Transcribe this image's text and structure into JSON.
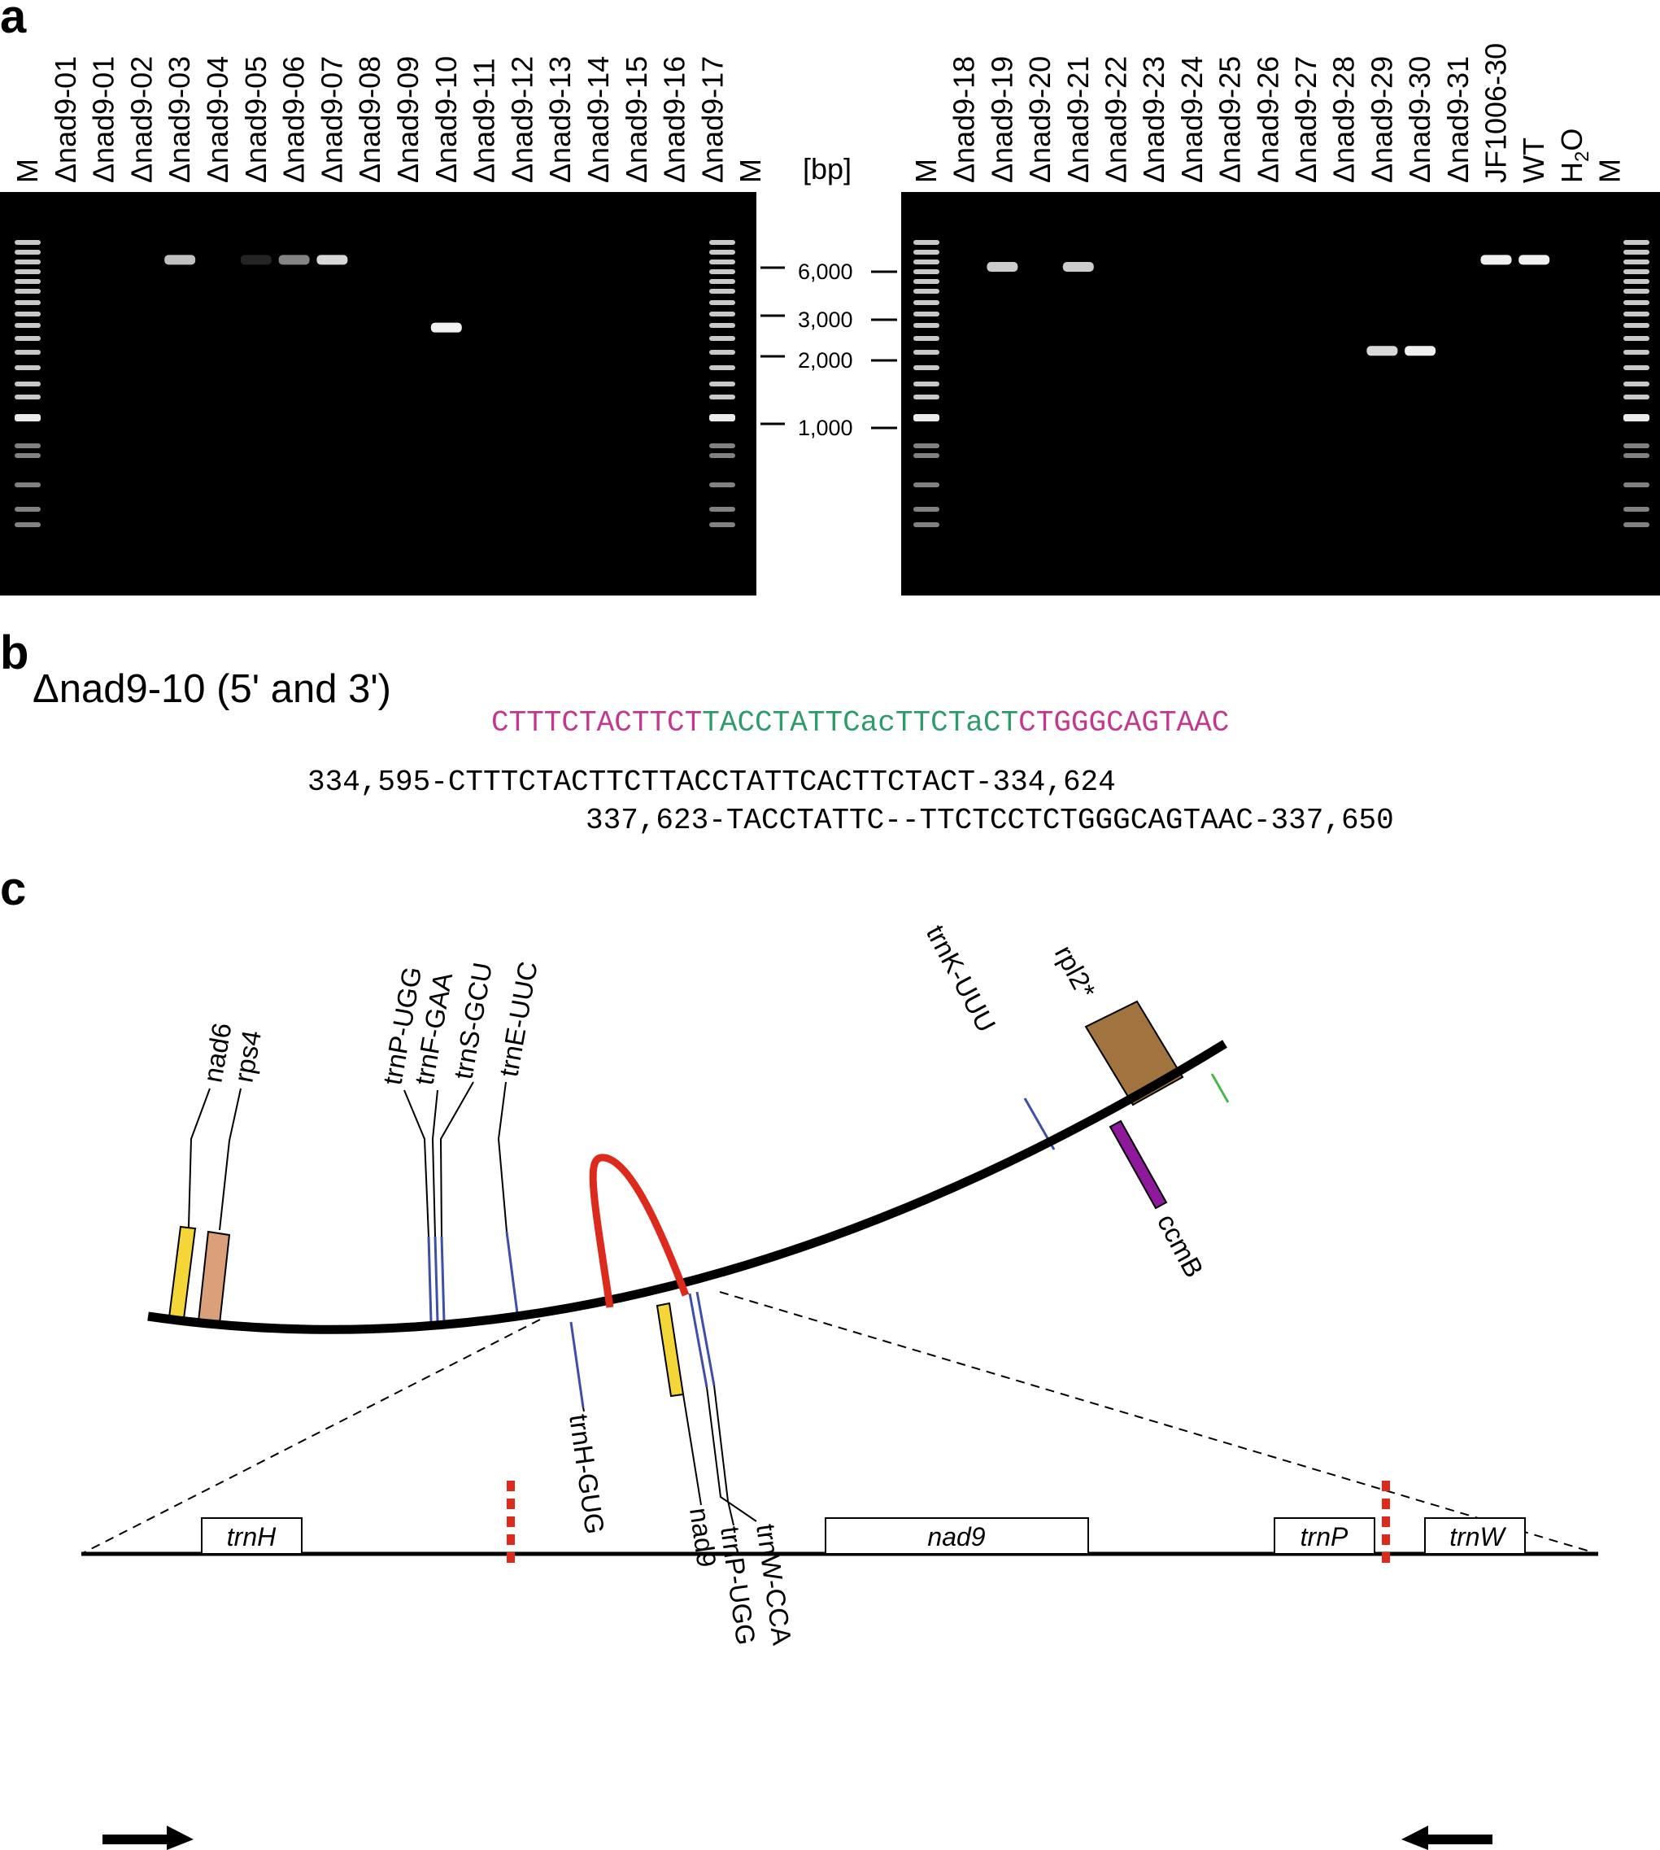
{
  "panel_a": {
    "letter": "a",
    "left_gel_lanes": [
      "M",
      "Δnad9-01",
      "Δnad9-01",
      "Δnad9-02",
      "Δnad9-03",
      "Δnad9-04",
      "Δnad9-05",
      "Δnad9-06",
      "Δnad9-07",
      "Δnad9-08",
      "Δnad9-09",
      "Δnad9-10",
      "Δnad9-11",
      "Δnad9-12",
      "Δnad9-13",
      "Δnad9-14",
      "Δnad9-15",
      "Δnad9-16",
      "Δnad9-17",
      "M"
    ],
    "right_gel_lanes": [
      "M",
      "Δnad9-18",
      "Δnad9-19",
      "Δnad9-20",
      "Δnad9-21",
      "Δnad9-22",
      "Δnad9-23",
      "Δnad9-24",
      "Δnad9-25",
      "Δnad9-26",
      "Δnad9-27",
      "Δnad9-28",
      "Δnad9-29",
      "Δnad9-30",
      "Δnad9-31",
      "JF1006-30",
      "WT",
      "H2O",
      "M"
    ],
    "h2o_label": {
      "main": "H",
      "sub": "2",
      "tail": "O"
    },
    "size_unit": "[bp]",
    "size_markers": [
      "6,000",
      "3,000",
      "2,000",
      "1,000"
    ],
    "marker_sizes_bp": [
      6000,
      3000,
      2000,
      1000
    ],
    "bands": [
      {
        "gel": "left",
        "lane": "Δnad9-03",
        "size_bp": 6500,
        "intensity": 0.8
      },
      {
        "gel": "left",
        "lane": "Δnad9-05",
        "size_bp": 6500,
        "intensity": 0.15
      },
      {
        "gel": "left",
        "lane": "Δnad9-06",
        "size_bp": 6500,
        "intensity": 0.55
      },
      {
        "gel": "left",
        "lane": "Δnad9-07",
        "size_bp": 6500,
        "intensity": 0.9
      },
      {
        "gel": "left",
        "lane": "Δnad9-10",
        "size_bp": 3000,
        "intensity": 1.0
      },
      {
        "gel": "right",
        "lane": "Δnad9-19",
        "size_bp": 6000,
        "intensity": 0.85
      },
      {
        "gel": "right",
        "lane": "Δnad9-21",
        "size_bp": 6000,
        "intensity": 0.85
      },
      {
        "gel": "right",
        "lane": "Δnad9-29",
        "size_bp": 2300,
        "intensity": 0.9
      },
      {
        "gel": "right",
        "lane": "Δnad9-30",
        "size_bp": 2300,
        "intensity": 1.0
      },
      {
        "gel": "right",
        "lane": "JF1006-30",
        "size_bp": 6500,
        "intensity": 1.0
      },
      {
        "gel": "right",
        "lane": "WT",
        "size_bp": 6500,
        "intensity": 1.0
      }
    ]
  },
  "panel_b": {
    "letter": "b",
    "title": "Δnad9-10  (5' and 3')",
    "consensus": [
      {
        "text": "CTTTCTACTTCT",
        "color": "#c2388f"
      },
      {
        "text": "TACCTATTCacTTCTaCT",
        "color": "#2e9b6a"
      },
      {
        "text": "CTGGGCAGTAAC",
        "color": "#c2388f"
      }
    ],
    "line1": "334,595-CTTTCTACTTCTTACCTATTCACTTCTACT-334,624",
    "line2": "337,623-TACCTATTC--TTCTCCTCTGGGCAGTAAC-337,650"
  },
  "panel_c": {
    "letter": "c",
    "labels": {
      "nad6": "nad6",
      "rps4": "rps4",
      "trnP_UGG_top": "trnP-UGG",
      "trnF": "trnF-GAA",
      "trnS": "trnS-GCU",
      "trnE": "trnE-UUC",
      "trnK": "trnK-UUU",
      "rpl2": "rpl2*",
      "ccmB": "ccmB",
      "trnH": "trnH-GUG",
      "nad9": "nad9",
      "trnP_UGG_bottom": "trnP-UGG",
      "trnW": "trnW-CCA"
    },
    "boxes": {
      "trnH": "trnH",
      "nad9": "nad9",
      "trnP": "trnP",
      "trnW": "trnW"
    },
    "colors": {
      "yellow": "#f4d638",
      "tan": "#d9a07a",
      "brown": "#a0733f",
      "purple": "#8e1a9b",
      "red": "#dc2a1c",
      "blue": "#3f4fa8",
      "green": "#4cb84c"
    }
  }
}
